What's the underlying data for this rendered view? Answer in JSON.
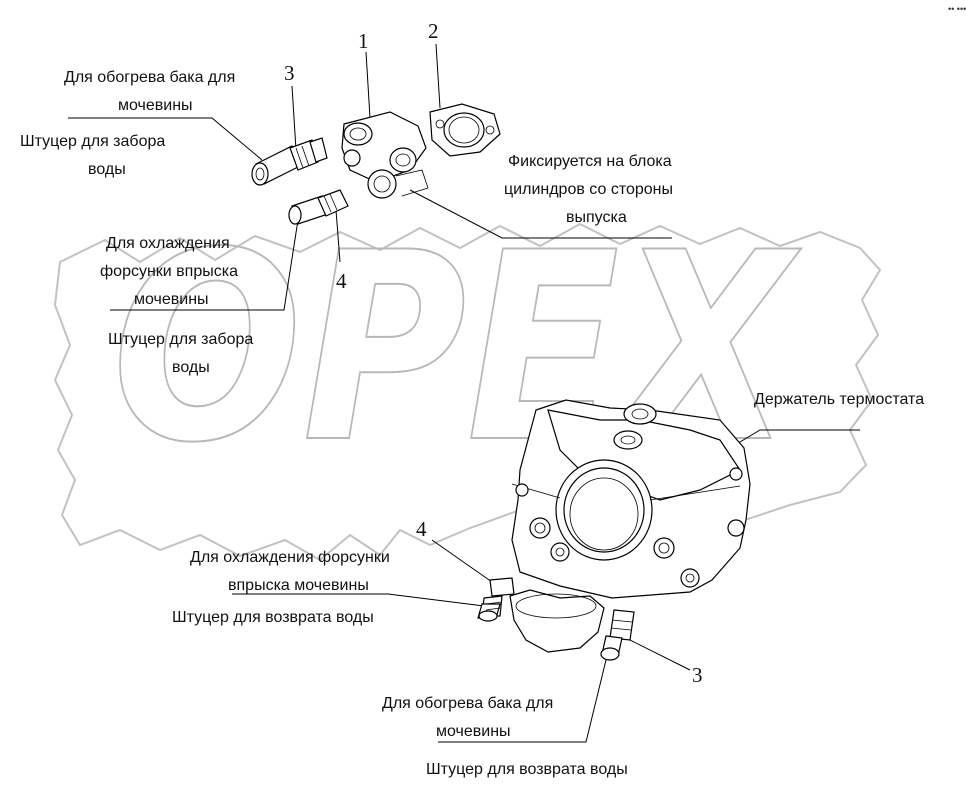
{
  "watermark": {
    "logo_text": "OPEX"
  },
  "corner_mark": "•• •••",
  "callouts": {
    "num_1_top": "1",
    "num_2_top": "2",
    "num_3_top": "3",
    "num_4_mid": "4",
    "num_4_bottom": "4",
    "num_3_bottom": "3"
  },
  "labels": {
    "tank_heating_top_line1": "Для обогрева бака для",
    "tank_heating_top_line2": "мочевины",
    "water_intake_top_line1": "Штуцер для забора",
    "water_intake_top_line2": "воды",
    "fixed_line1": "Фиксируется на блока",
    "fixed_line2": "цилиндров со стороны",
    "fixed_line3": "выпуска",
    "nozzle_cooling_mid_line1": "Для охлаждения",
    "nozzle_cooling_mid_line2": "форсунки впрыска",
    "nozzle_cooling_mid_line3": "мочевины",
    "water_intake_mid_line1": "Штуцер для забора",
    "water_intake_mid_line2": "воды",
    "thermostat_holder": "Держатель термостата",
    "nozzle_cooling_bottom_line1": "Для охлаждения форсунки",
    "nozzle_cooling_bottom_line2": "впрыска мочевины",
    "water_return_left": "Штуцер для возврата воды",
    "tank_heating_bottom_line1": "Для обогрева бака для",
    "tank_heating_bottom_line2": "мочевины",
    "water_return_bottom": "Штуцер для возврата воды"
  }
}
